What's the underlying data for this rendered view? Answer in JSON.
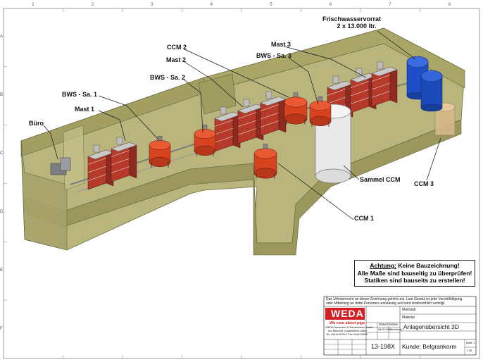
{
  "labels": {
    "frischwasser_line1": "Frischwasservorrat",
    "frischwasser_line2": "2 x 13.000 ltr.",
    "mast3": "Mast 3",
    "bws_sa3": "BWS - Sa. 3",
    "ccm2": "CCM 2",
    "mast2": "Mast 2",
    "bws_sa2": "BWS - Sa. 2",
    "bws_sa1": "BWS - Sa. 1",
    "mast1": "Mast 1",
    "buero": "Büro",
    "ccm3": "CCM 3",
    "sammel_ccm": "Sammel CCM",
    "ccm1": "CCM 1"
  },
  "warning": {
    "line1_underlined": "Achtung:",
    "line1_rest": " Keine Bauzeichnung!",
    "line2": "Alle Maße sind bauseitig zu überprüfen!",
    "line3": "Statiken sind bauseits zu erstellen!"
  },
  "title_block": {
    "copyright_line1": "Das Urheberrecht an dieser Zeichnung gehört uns. Laut Gesetz ist jede Vervielfältigung",
    "copyright_line2": "oder Mitteilung an dritte Personen unzulässig und wird strafrechtlich verfolgt.",
    "logo_text": "WEDA",
    "slogan": "We care about pigs",
    "company_line1": "WEDA Dammann & Westerkamp GmbH",
    "company_line2": "Am Bahnhof, Goldenstedt-Lutten",
    "company_line3": "Tel. 04441/8705-0 Fax 04441/8505",
    "field_datum": "Datum",
    "field_name": "Name",
    "date_value": "08.05.2013",
    "name_value": "Modellierer",
    "field_massstab": "Maßstab",
    "field_material": "Material",
    "title": "Anlagenübersicht 3D",
    "drawing_no": "13-198X",
    "customer": "Kunde: Belgrankorm",
    "sheet_label": "Blatt: 1",
    "sheet_of": "1 Bl."
  },
  "border": {
    "columns": [
      "1",
      "2",
      "3",
      "4",
      "5",
      "6",
      "7",
      "8"
    ],
    "rows": [
      "A",
      "B",
      "C",
      "D",
      "E",
      "F"
    ]
  },
  "colors": {
    "building": "#a8a36a",
    "tank_red": "#d8431f",
    "tank_blue": "#1f4fc8",
    "mixer_red": "#b53a2a",
    "accent_red": "#d31f25"
  }
}
